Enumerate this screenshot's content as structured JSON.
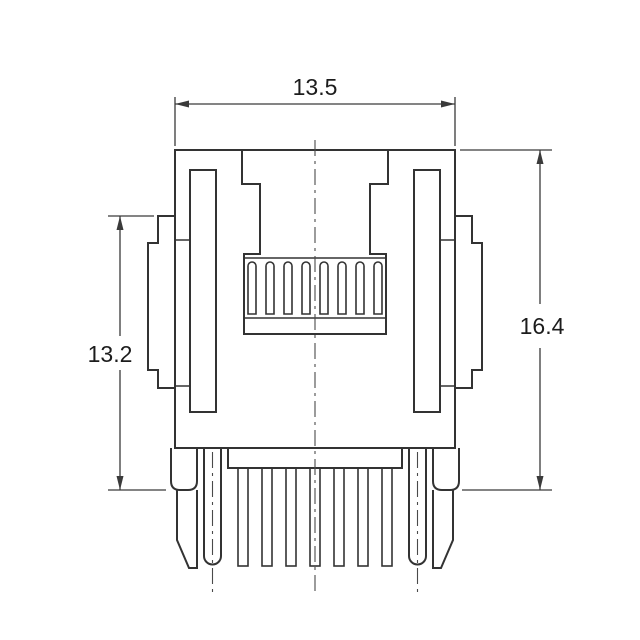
{
  "meta": {
    "title": "Modular jack connector front view technical drawing"
  },
  "drawing": {
    "component": "modular-jack-front-view",
    "line_color": "#333333",
    "background": "#ffffff",
    "contact_count": 8,
    "pin_count": 7,
    "dimensions": {
      "width_top": {
        "value": "13.5"
      },
      "height_right": {
        "value": "16.4"
      },
      "height_left": {
        "value": "13.2"
      }
    }
  }
}
